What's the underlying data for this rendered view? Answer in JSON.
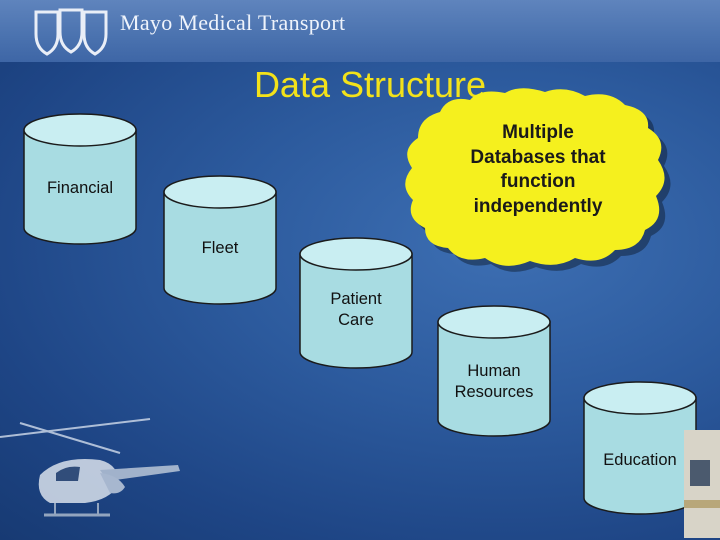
{
  "header": {
    "brand": "Mayo Medical Transport",
    "logo_icon": "mayo-shields-logo-icon"
  },
  "slide": {
    "title": "Data Structure",
    "title_color": "#f3e21a"
  },
  "databases": [
    {
      "id": "financial",
      "label": "Financial"
    },
    {
      "id": "fleet",
      "label": "Fleet"
    },
    {
      "id": "patient-care",
      "label": "Patient\nCare"
    },
    {
      "id": "human-resources",
      "label": "Human\nResources"
    },
    {
      "id": "education",
      "label": "Education"
    }
  ],
  "callout": {
    "text": "Multiple\nDatabases that\nfunction\nindependently",
    "color": "#f5f01e"
  },
  "colors": {
    "cylinder_fill": "#a8dce2",
    "cylinder_top": "#c9eef2",
    "cylinder_stroke": "#1b1b1b"
  }
}
